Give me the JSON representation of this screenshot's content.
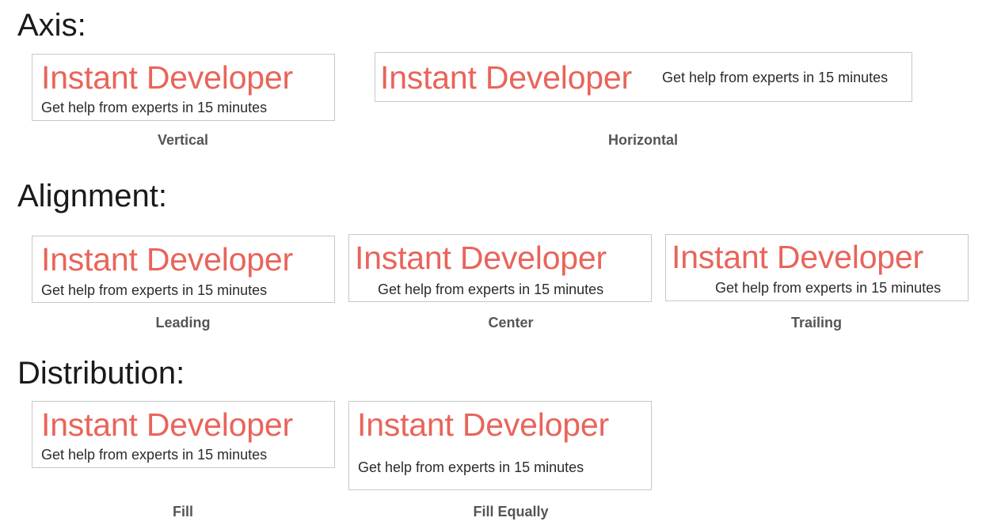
{
  "sections": {
    "axis": {
      "heading": "Axis:",
      "examples": [
        {
          "title": "Instant Developer",
          "subtitle": "Get help from experts in 15 minutes",
          "caption": "Vertical"
        },
        {
          "title": "Instant Developer",
          "subtitle": "Get help from experts in 15 minutes",
          "caption": "Horizontal"
        }
      ]
    },
    "alignment": {
      "heading": "Alignment:",
      "examples": [
        {
          "title": "Instant Developer",
          "subtitle": "Get help from experts in 15 minutes",
          "caption": "Leading"
        },
        {
          "title": "Instant Developer",
          "subtitle": "Get help from experts in 15 minutes",
          "caption": "Center"
        },
        {
          "title": "Instant Developer",
          "subtitle": "Get help from experts in 15 minutes",
          "caption": "Trailing"
        }
      ]
    },
    "distribution": {
      "heading": "Distribution:",
      "examples": [
        {
          "title": "Instant Developer",
          "subtitle": "Get help from experts in 15 minutes",
          "caption": "Fill"
        },
        {
          "title": "Instant Developer",
          "subtitle": "Get help from experts in 15 minutes",
          "caption": "Fill Equally"
        }
      ]
    }
  },
  "colors": {
    "title": "#e9645a",
    "subtitle": "#2b2b2b",
    "caption": "#555555",
    "border": "#c7c7c7"
  }
}
